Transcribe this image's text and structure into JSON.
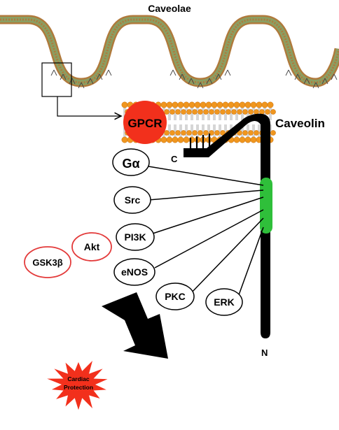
{
  "title": "Caveolae",
  "labels": {
    "gpcr": "GPCR",
    "caveolin": "Caveolin",
    "c_terminus": "C",
    "n_terminus": "N",
    "cardiac_protection_line1": "Cardiac",
    "cardiac_protection_line2": "Protection"
  },
  "proteins": {
    "galpha": "Gα",
    "src": "Src",
    "pi3k": "PI3K",
    "enos": "eNOS",
    "pkc": "PKC",
    "erk": "ERK",
    "akt": "Akt",
    "gsk3b": "GSK3β"
  },
  "colors": {
    "membrane_brown": "#b07a3c",
    "membrane_green": "#8a9f63",
    "lipid_head_orange": "#f0961e",
    "gpcr_red": "#f2301c",
    "scaffold_green": "#2fbf3a",
    "caveolin_black": "#000000",
    "downstream_red": "#e33a3a",
    "starburst_red": "#f2301c"
  }
}
